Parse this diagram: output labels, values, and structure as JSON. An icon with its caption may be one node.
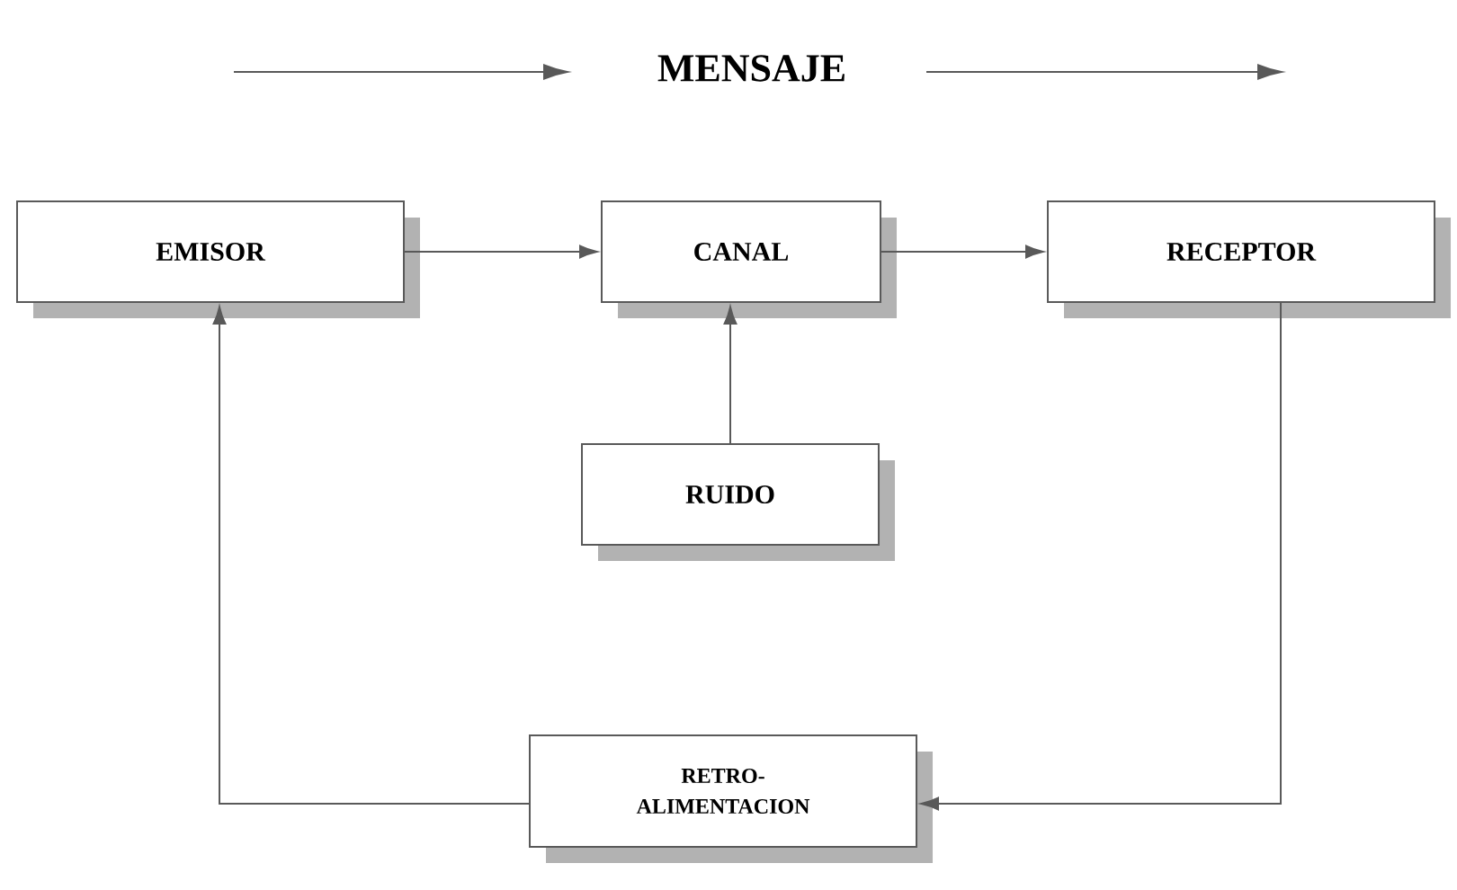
{
  "diagram": {
    "title": "MENSAJE",
    "nodes": [
      {
        "text": [
          "EMISOR"
        ]
      },
      {
        "text": [
          "CANAL"
        ]
      },
      {
        "text": [
          "RECEPTOR"
        ]
      },
      {
        "text": [
          "RUIDO"
        ]
      },
      {
        "text": [
          "RETRO- ALIMENTACION"
        ]
      }
    ],
    "edges": [
      {
        "from": 0,
        "to": 1,
        "arrow": "to"
      },
      {
        "from": 1,
        "to": 2,
        "arrow": "to"
      },
      {
        "from": 3,
        "to": 1,
        "arrow": "to"
      },
      {
        "from": 2,
        "to": 4,
        "arrow": "to"
      },
      {
        "from": 4,
        "to": 0,
        "arrow": "to"
      }
    ]
  }
}
